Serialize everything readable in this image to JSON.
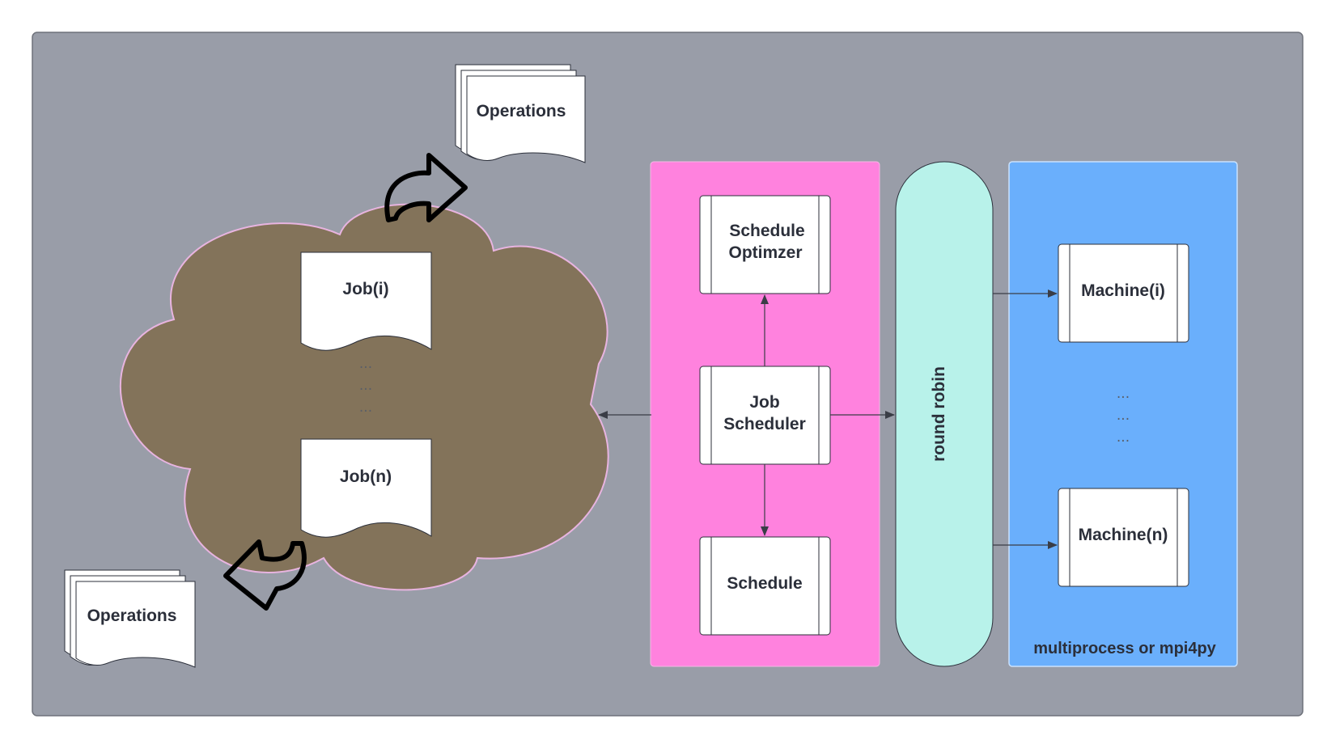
{
  "diagram": {
    "colors": {
      "background": "#999da8",
      "cloud": "#83735a",
      "cloud_stroke": "#e8b4e0",
      "scheduler_panel": "#ff82de",
      "round_robin": "#b8f2ea",
      "machines_panel": "#6aaffc",
      "box": "#ffffff",
      "text": "#2b2f3a",
      "arrow_icon": "#000000"
    },
    "operations_top": {
      "label": "Operations"
    },
    "operations_bottom": {
      "label": "Operations"
    },
    "jobs": {
      "first": "Job(i)",
      "ellipsis": [
        "...",
        "...",
        "..."
      ],
      "last": "Job(n)"
    },
    "scheduler": {
      "optimizer_line1": "Schedule",
      "optimizer_line2": "Optimzer",
      "job_scheduler_line1": "Job",
      "job_scheduler_line2": "Scheduler",
      "schedule": "Schedule"
    },
    "round_robin": {
      "label": "round robin"
    },
    "machines": {
      "first": "Machine(i)",
      "ellipsis": [
        "...",
        "...",
        "..."
      ],
      "last": "Machine(n)",
      "panel_label": "multiprocess or mpi4py"
    },
    "icons": [
      "curved-arrow-out-icon",
      "curved-arrow-in-icon"
    ]
  }
}
